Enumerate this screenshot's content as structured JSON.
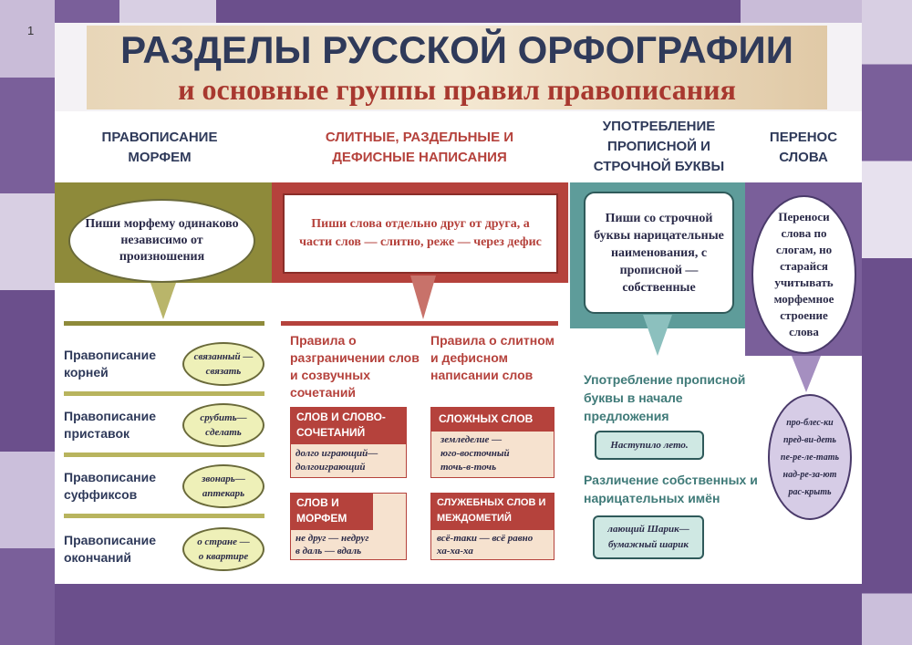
{
  "page_number": "1",
  "title": "РАЗДЕЛЫ РУССКОЙ ОРФОГРАФИИ",
  "subtitle": "и основные группы правил правописания",
  "colors": {
    "olive": "#8e8a3a",
    "red": "#b5423c",
    "teal": "#5e9c9a",
    "purple": "#7a5f9a",
    "navy": "#2f3a5a"
  },
  "columns": [
    {
      "header": "ПРАВОПИСАНИЕ МОРФЕМ",
      "rule": "Пиши морфему одинаково независимо от произношения",
      "items": [
        {
          "label": "Правописание корней",
          "example": [
            "связанный —",
            "связать"
          ]
        },
        {
          "label": "Правописание приставок",
          "example": [
            "срубить—",
            "сделать"
          ]
        },
        {
          "label": "Правописание суффиксов",
          "example": [
            "звонарь—",
            "аптекарь"
          ]
        },
        {
          "label": "Правописание окончаний",
          "example": [
            "о стране —",
            "о квартире"
          ]
        }
      ]
    },
    {
      "header": "СЛИТНЫЕ, РАЗДЕЛЬНЫЕ И ДЕФИСНЫЕ НАПИСАНИЯ",
      "rule": "Пиши слова отдельно друг от друга, а части слов — слитно, реже — через дефис",
      "sub_left": "Правила о разграничении слов и созвучных сочетаний",
      "sub_right": "Правила о слитном и дефисном написании слов",
      "boxes": [
        {
          "title": "СЛОВ И СЛОВО-СОЧЕТАНИЙ",
          "example": [
            "долго играющий—",
            "долгоиграющий"
          ]
        },
        {
          "title": "СЛОЖНЫХ СЛОВ",
          "example": [
            "земледелие —",
            "юго-восточный",
            "точь-в-точь"
          ]
        },
        {
          "title": "СЛОВ И МОРФЕМ",
          "example": [
            "не друг — недруг",
            "в даль — вдаль"
          ]
        },
        {
          "title": "СЛУЖЕБНЫХ СЛОВ И МЕЖДОМЕТИЙ",
          "example": [
            "всё-таки — всё равно",
            "ха-ха-ха"
          ]
        }
      ]
    },
    {
      "header": "УПОТРЕБЛЕНИЕ ПРОПИСНОЙ И СТРОЧНОЙ БУКВЫ",
      "rule": "Пиши со строчной буквы нарицательные наименования, с прописной — собственные",
      "items": [
        {
          "label": "Употребление прописной буквы в начале предложения",
          "example": [
            "Наступило лето."
          ]
        },
        {
          "label": "Различение собственных и нарицательных имён",
          "example": [
            "лающий Шарик—",
            "бумажный шарик"
          ]
        }
      ]
    },
    {
      "header": "ПЕРЕНОС СЛОВА",
      "rule": "Переноси слова по слогам, но старайся учитывать морфемное строение слова",
      "examples": [
        "про-блес-ки",
        "пред-ви-деть",
        "пе-ре-ле-тать",
        "над-ре-за-ют",
        "рас-крыть"
      ]
    }
  ]
}
